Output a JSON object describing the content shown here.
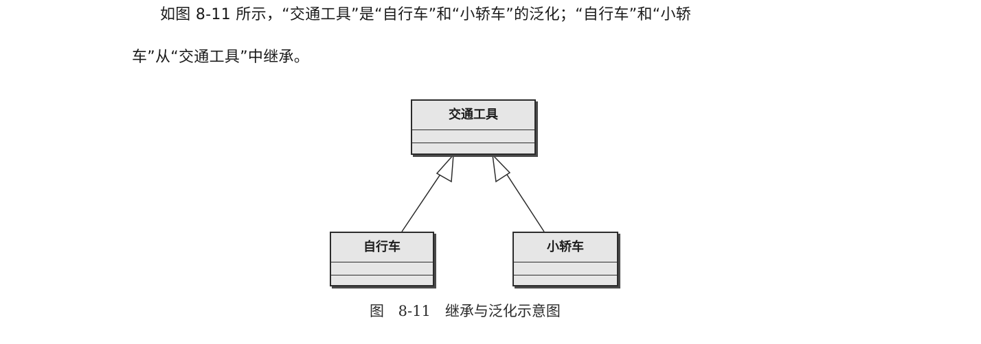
{
  "paragraph": {
    "line1": "如图 8-11 所示，“交通工具”是“自行车”和“小轿车”的泛化；“自行车”和“小轿",
    "line2": "车”从“交通工具”中继承。"
  },
  "diagram": {
    "parent_class": {
      "name": "交通工具"
    },
    "child_classes": [
      {
        "name": "自行车"
      },
      {
        "name": "小轿车"
      }
    ],
    "relationship": "generalization",
    "colors": {
      "class_fill": "#e6e6e6",
      "border": "#2b2b2b",
      "shadow": "#4a4a4a"
    }
  },
  "caption": "图 8-11　继承与泛化示意图"
}
